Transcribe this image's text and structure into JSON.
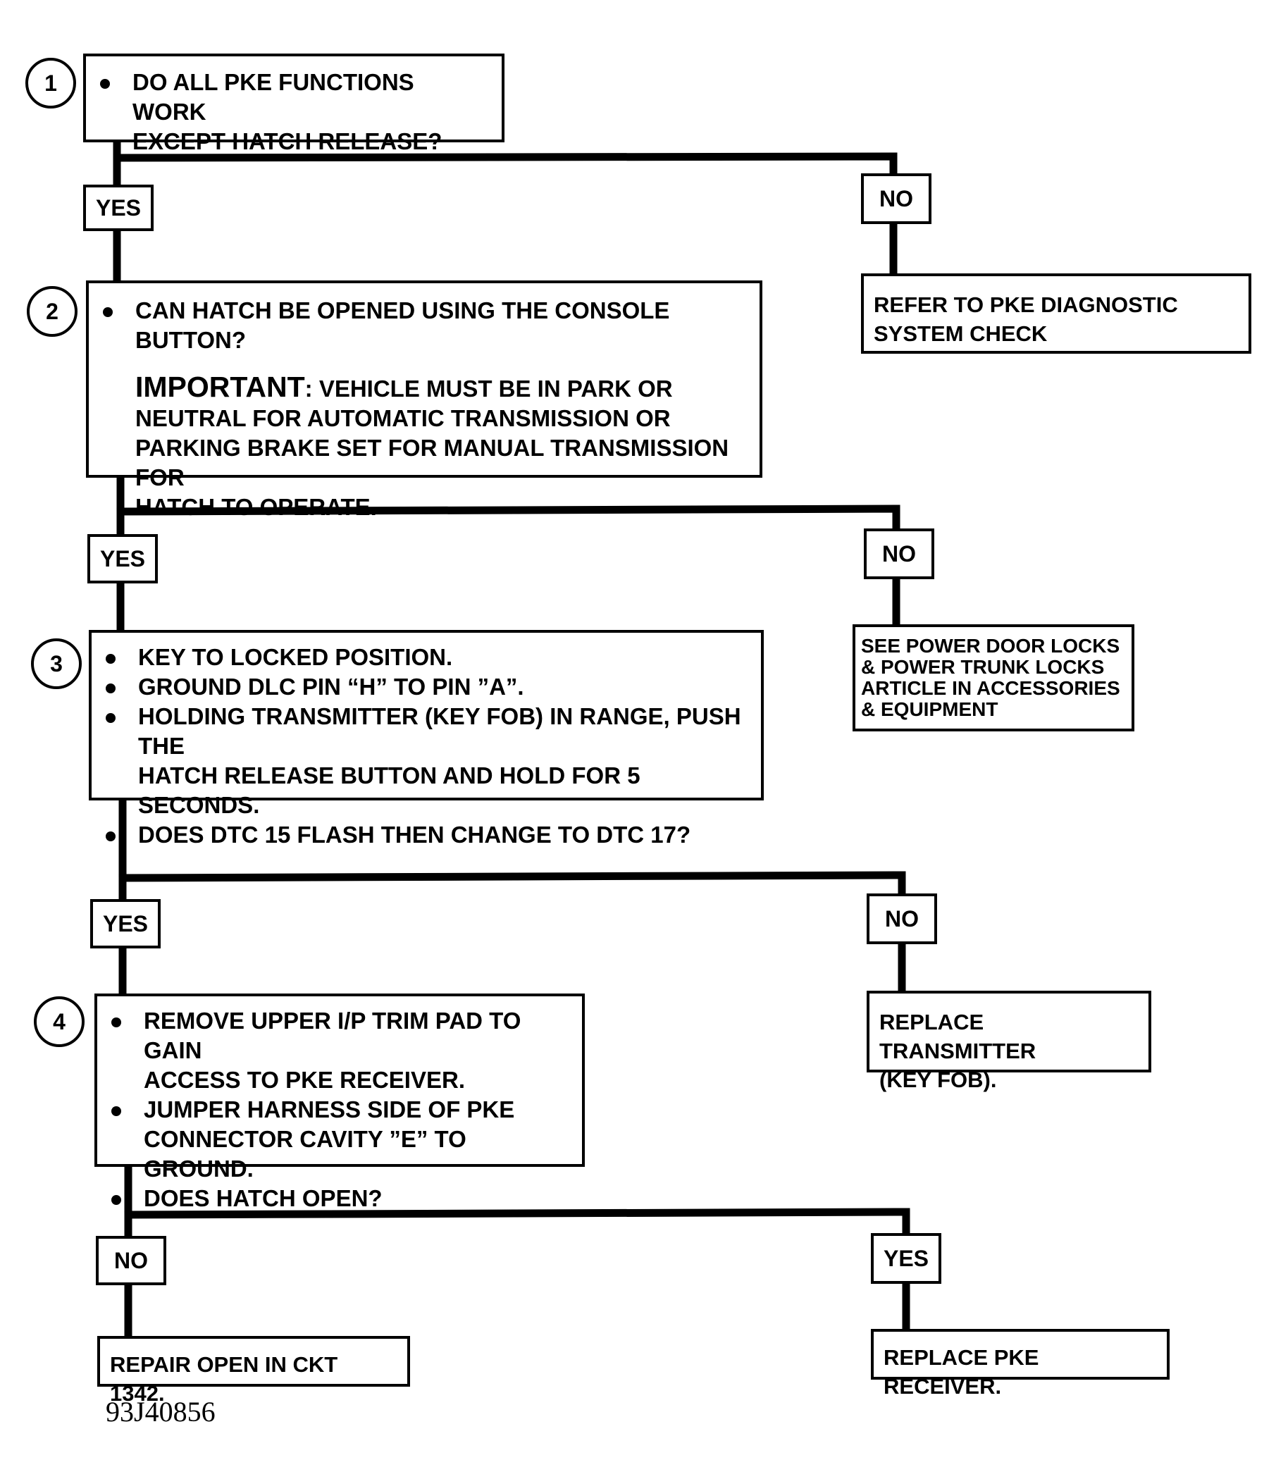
{
  "steps": [
    {
      "number": "1",
      "lines": [
        "DO ALL PKE FUNCTIONS WORK",
        "EXCEPT HATCH RELEASE?"
      ]
    },
    {
      "number": "2",
      "question": "CAN HATCH BE OPENED USING THE CONSOLE BUTTON?",
      "important_label": "IMPORTANT",
      "important_lines": [
        ": VEHICLE MUST BE IN PARK OR",
        "NEUTRAL FOR AUTOMATIC TRANSMISSION OR",
        "PARKING BRAKE SET FOR MANUAL TRANSMISSION FOR",
        "HATCH TO OPERATE."
      ]
    },
    {
      "number": "3",
      "bullets": [
        [
          "KEY TO LOCKED POSITION."
        ],
        [
          "GROUND DLC PIN “H” TO PIN ”A”."
        ],
        [
          "HOLDING TRANSMITTER (KEY FOB) IN RANGE, PUSH THE",
          "HATCH RELEASE BUTTON AND HOLD FOR 5 SECONDS."
        ],
        [
          "DOES DTC 15 FLASH THEN CHANGE TO DTC 17?"
        ]
      ]
    },
    {
      "number": "4",
      "bullets": [
        [
          "REMOVE UPPER I/P TRIM PAD TO GAIN",
          "ACCESS TO PKE RECEIVER."
        ],
        [
          "JUMPER HARNESS SIDE OF PKE",
          "CONNECTOR CAVITY ”E” TO GROUND."
        ],
        [
          "DOES HATCH OPEN?"
        ]
      ]
    }
  ],
  "branches": {
    "b1_yes": "YES",
    "b1_no": "NO",
    "b1_no_result": [
      "REFER TO PKE DIAGNOSTIC",
      "SYSTEM CHECK"
    ],
    "b2_yes": "YES",
    "b2_no": "NO",
    "b2_no_result": [
      "SEE POWER DOOR LOCKS",
      "& POWER TRUNK LOCKS",
      "ARTICLE IN ACCESSORIES",
      "& EQUIPMENT"
    ],
    "b3_yes": "YES",
    "b3_no": "NO",
    "b3_no_result": [
      "REPLACE TRANSMITTER",
      "(KEY FOB)."
    ],
    "b4_no": "NO",
    "b4_no_result": "REPAIR OPEN IN CKT 1342.",
    "b4_yes": "YES",
    "b4_yes_result": "REPLACE PKE RECEIVER."
  },
  "figure_id": "93J40856"
}
